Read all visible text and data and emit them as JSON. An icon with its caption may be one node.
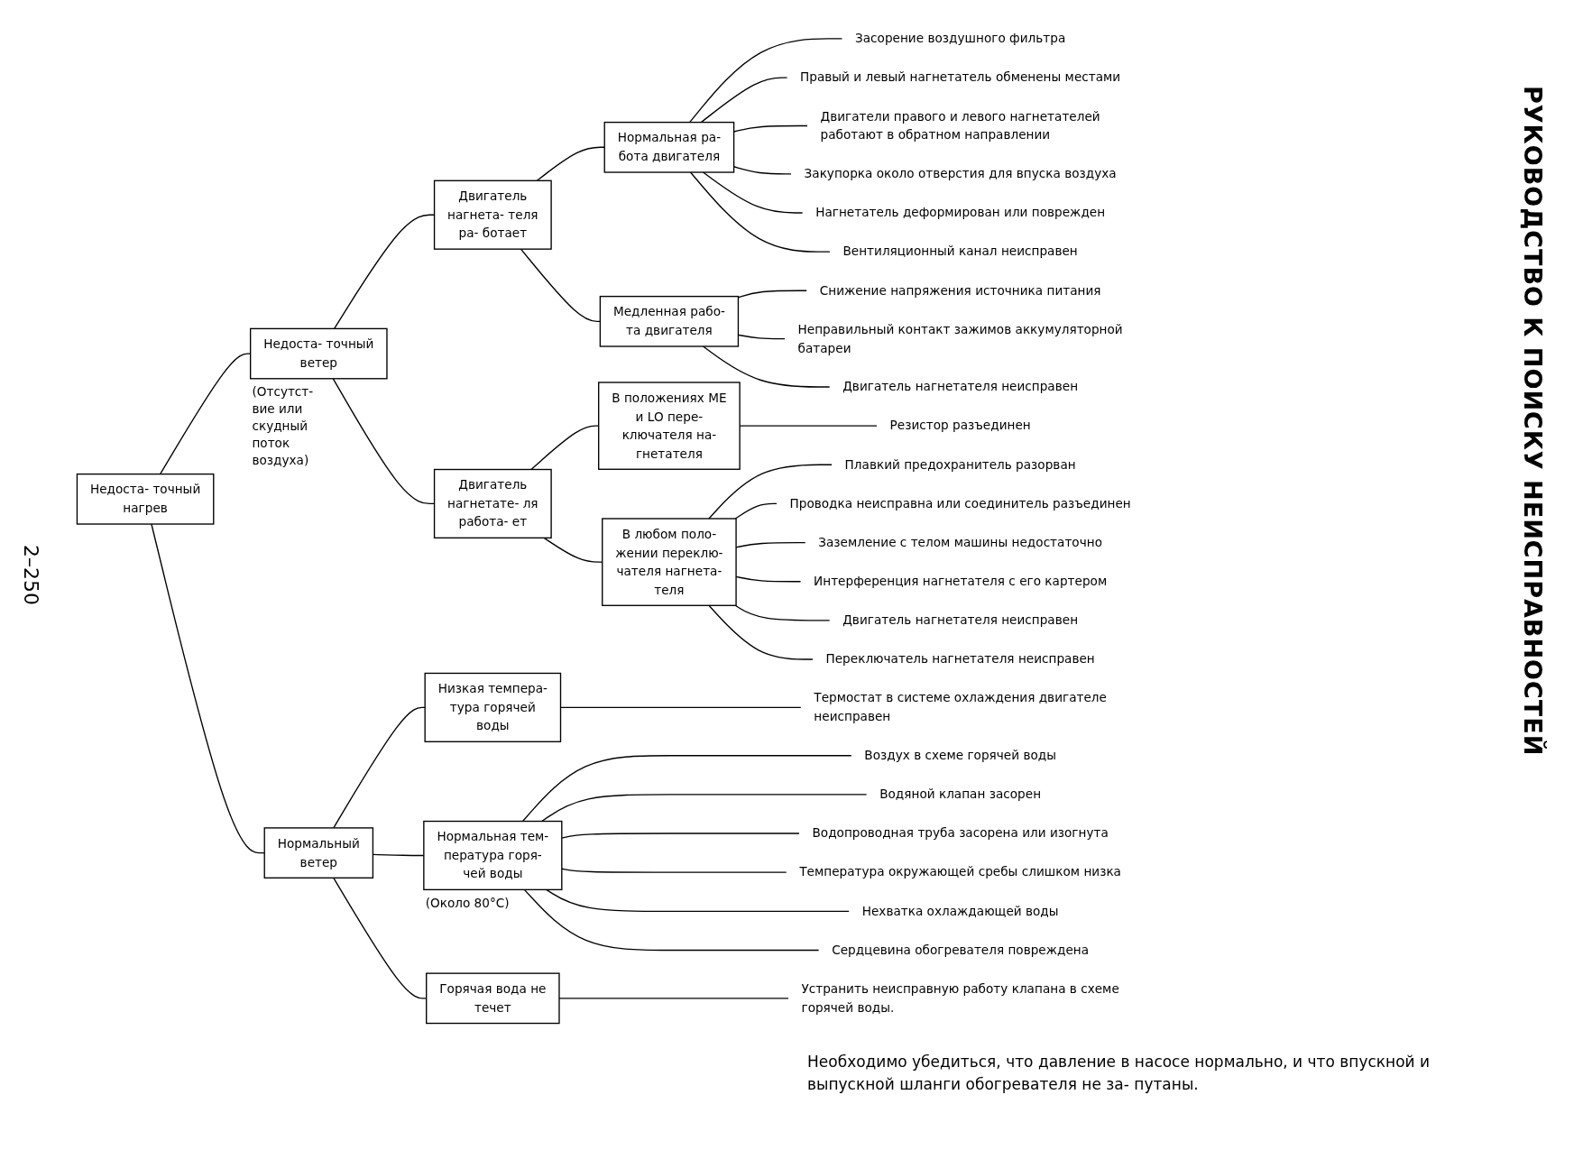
{
  "diagram": {
    "title": "РУКОВОДСТВО К ПОИСКУ НЕИСПРАВНОСТЕЙ",
    "nodes": [
      {
        "text": [
          "Недоста- точный нагрев"
        ]
      },
      {
        "text": [
          "Недоста- точный ветер"
        ],
        "beside": [
          "(Отсутст- вие или скудный поток воздуха)"
        ]
      },
      {
        "text": [
          "Двигатель нагнета- теля ра- ботает"
        ]
      },
      {
        "text": [
          "Нормальная ра- бота двигателя"
        ]
      },
      {
        "text": [
          "Засорение воздушного фильтра"
        ]
      },
      {
        "text": [
          "Правый и левый нагнетатель обменены местами"
        ]
      },
      {
        "text": [
          "Двигатели правого и левого нагнетателей работают в обратном направлении"
        ]
      },
      {
        "text": [
          "Закупорка около отверстия для впуска воздуха"
        ]
      },
      {
        "text": [
          "Нагнетатель деформирован или поврежден"
        ]
      },
      {
        "text": [
          "Вентиляционный канал неисправен"
        ]
      },
      {
        "text": [
          "Медленная рабо- та двигателя"
        ]
      },
      {
        "text": [
          "Снижение напряжения источника питания"
        ]
      },
      {
        "text": [
          "Неправильный контакт зажимов аккумуляторной батареи"
        ]
      },
      {
        "text": [
          "Двигатель нагнетателя неисправен"
        ]
      },
      {
        "text": [
          "Двигатель нагнетате- ля работа- ет"
        ]
      },
      {
        "text": [
          "В положениях ME и LO пере- ключателя на- гнетателя"
        ]
      },
      {
        "text": [
          "Резистор разъединен"
        ]
      },
      {
        "text": [
          "В любом поло- жении переклю- чателя нагнета- теля"
        ]
      },
      {
        "text": [
          "Плавкий предохранитель разорван"
        ]
      },
      {
        "text": [
          "Проводка неисправна или соединитель разъединен"
        ]
      },
      {
        "text": [
          "Заземление с телом машины недостаточно"
        ]
      },
      {
        "text": [
          "Интерференция нагнетателя с его картером"
        ]
      },
      {
        "text": [
          "Двигатель нагнетателя неисправен"
        ]
      },
      {
        "text": [
          "Переключатель нагнетателя неисправен"
        ]
      },
      {
        "text": [
          "Нормальный ветер"
        ]
      },
      {
        "text": [
          "Низкая темпера- тура горячей воды"
        ]
      },
      {
        "text": [
          "Термостат в системе охлаждения двигателе неисправен"
        ]
      },
      {
        "text": [
          "Нормальная тем- пература горя- чей воды"
        ],
        "beside": [
          "(Около 80°C)"
        ]
      },
      {
        "text": [
          "Воздух в схеме горячей воды"
        ]
      },
      {
        "text": [
          "Водяной клапан засорен"
        ]
      },
      {
        "text": [
          "Водопроводная труба засорена или изогнута"
        ]
      },
      {
        "text": [
          "Температура окружающей сребы слишком низка"
        ]
      },
      {
        "text": [
          "Нехватка охлаждающей воды"
        ]
      },
      {
        "text": [
          "Сердцевина обогревателя повреждена"
        ]
      },
      {
        "text": [
          "Горячая вода не течет"
        ]
      },
      {
        "text": [
          "Устранить неисправную работу клапана в схеме горячей воды."
        ]
      }
    ],
    "edges": [
      {
        "from": 0,
        "to": 1,
        "arrow": "none"
      },
      {
        "from": 0,
        "to": 24,
        "arrow": "none"
      },
      {
        "from": 1,
        "to": 2,
        "arrow": "none"
      },
      {
        "from": 1,
        "to": 14,
        "arrow": "none"
      },
      {
        "from": 2,
        "to": 3,
        "arrow": "none"
      },
      {
        "from": 2,
        "to": 10,
        "arrow": "none"
      },
      {
        "from": 3,
        "to": 4,
        "arrow": "none"
      },
      {
        "from": 3,
        "to": 5,
        "arrow": "none"
      },
      {
        "from": 3,
        "to": 6,
        "arrow": "none"
      },
      {
        "from": 3,
        "to": 7,
        "arrow": "none"
      },
      {
        "from": 3,
        "to": 8,
        "arrow": "none"
      },
      {
        "from": 3,
        "to": 9,
        "arrow": "none"
      },
      {
        "from": 10,
        "to": 11,
        "arrow": "none"
      },
      {
        "from": 10,
        "to": 12,
        "arrow": "none"
      },
      {
        "from": 10,
        "to": 13,
        "arrow": "none"
      },
      {
        "from": 14,
        "to": 15,
        "arrow": "none"
      },
      {
        "from": 14,
        "to": 17,
        "arrow": "none"
      },
      {
        "from": 15,
        "to": 16,
        "arrow": "none"
      },
      {
        "from": 17,
        "to": 18,
        "arrow": "none"
      },
      {
        "from": 17,
        "to": 19,
        "arrow": "none"
      },
      {
        "from": 17,
        "to": 20,
        "arrow": "none"
      },
      {
        "from": 17,
        "to": 21,
        "arrow": "none"
      },
      {
        "from": 17,
        "to": 22,
        "arrow": "none"
      },
      {
        "from": 17,
        "to": 23,
        "arrow": "none"
      },
      {
        "from": 24,
        "to": 25,
        "arrow": "none"
      },
      {
        "from": 24,
        "to": 27,
        "arrow": "none"
      },
      {
        "from": 24,
        "to": 34,
        "arrow": "none"
      },
      {
        "from": 25,
        "to": 26,
        "arrow": "none"
      },
      {
        "from": 27,
        "to": 28,
        "arrow": "none"
      },
      {
        "from": 27,
        "to": 29,
        "arrow": "none"
      },
      {
        "from": 27,
        "to": 30,
        "arrow": "none"
      },
      {
        "from": 27,
        "to": 31,
        "arrow": "none"
      },
      {
        "from": 27,
        "to": 32,
        "arrow": "none"
      },
      {
        "from": 27,
        "to": 33,
        "arrow": "none"
      },
      {
        "from": 34,
        "to": 35,
        "arrow": "none"
      }
    ],
    "labels": [
      "2–250",
      "Необходимо убедиться, что давление в насосе нормально, и что впускной и выпускной шланги обогревателя не за- путаны."
    ]
  }
}
